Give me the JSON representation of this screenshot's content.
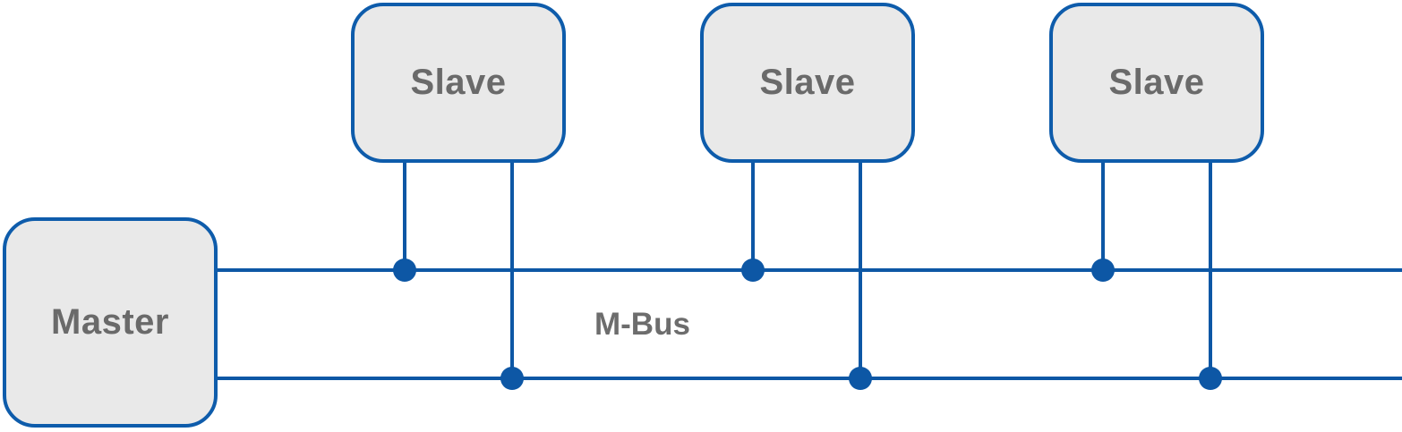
{
  "diagram": {
    "type": "network-topology",
    "bus_label": "M-Bus",
    "master": {
      "label": "Master"
    },
    "slaves": [
      {
        "label": "Slave"
      },
      {
        "label": "Slave"
      },
      {
        "label": "Slave"
      }
    ],
    "colors": {
      "line": "#0d57a5",
      "node_border": "#0e5cab",
      "node_fill": "#e9e9e9",
      "label_text": "#6a6a6a",
      "bus_label_text": "#6d6d6d"
    }
  }
}
